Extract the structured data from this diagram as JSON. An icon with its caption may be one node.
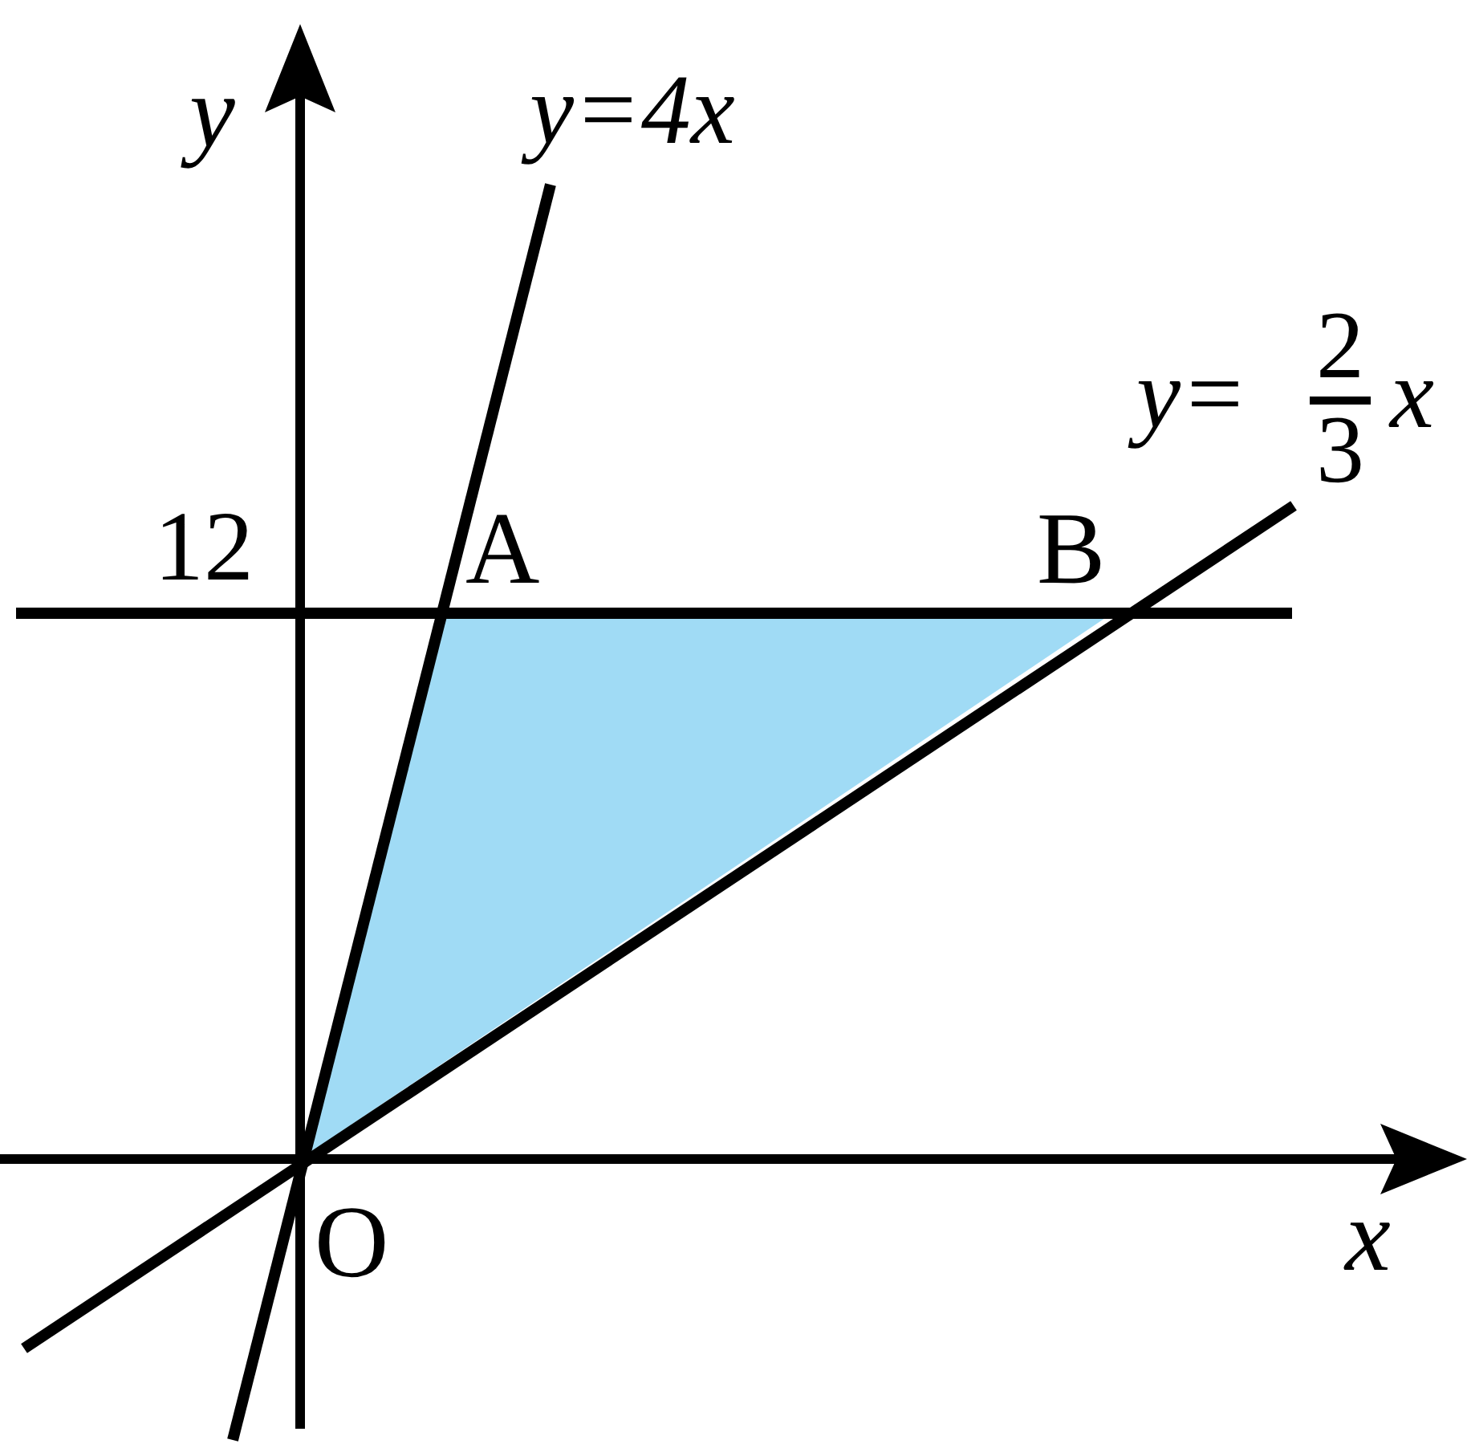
{
  "diagram": {
    "labels": [
      "y",
      "y=4x",
      "y=",
      "2",
      "3",
      "x",
      "12",
      "A",
      "B",
      "O",
      "x"
    ]
  }
}
